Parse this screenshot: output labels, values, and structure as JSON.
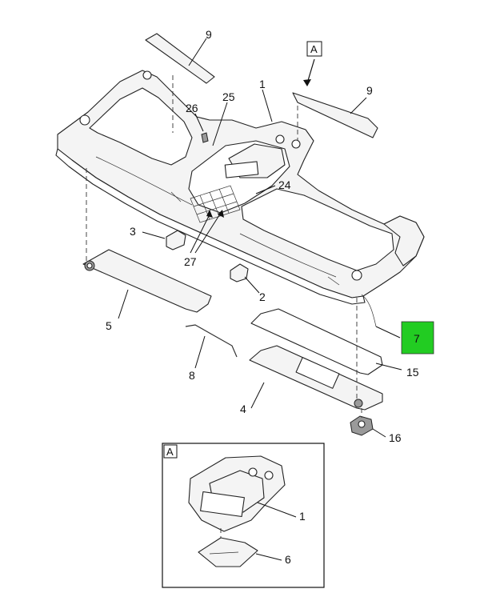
{
  "detail_tag": "A",
  "callouts": {
    "c1": "1",
    "c2": "2",
    "c3": "3",
    "c4": "4",
    "c5": "5",
    "c6": "6",
    "c7": "7",
    "c8": "8",
    "c9a": "9",
    "c9b": "9",
    "c15": "15",
    "c16": "16",
    "c24": "24",
    "c25": "25",
    "c26": "26",
    "c27": "27",
    "c1_detail": "1",
    "c6_detail": "6"
  },
  "colors": {
    "highlight": "#22cc22",
    "line": "#111111",
    "part_fill": "#f4f4f4"
  }
}
